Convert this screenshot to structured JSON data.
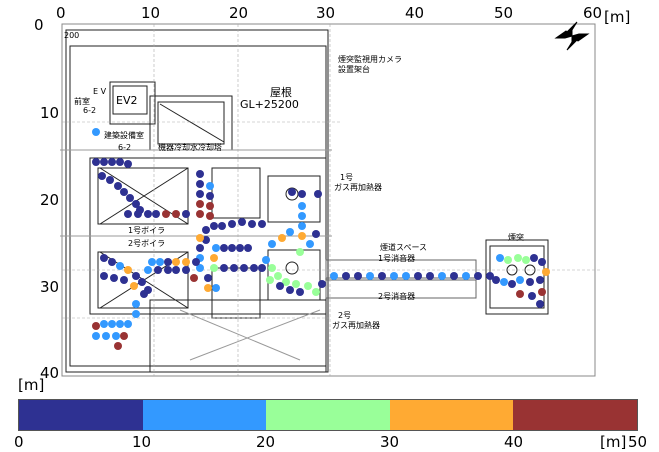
{
  "axes": {
    "x_ticks": [
      "0",
      "10",
      "20",
      "30",
      "40",
      "50",
      "60"
    ],
    "x_unit": "[m]",
    "y_ticks": [
      "0",
      "10",
      "20",
      "30",
      "40"
    ],
    "y_unit": "[m]"
  },
  "colorbar": {
    "unit_left": "[m]",
    "unit_right": "[m]",
    "ticks": [
      "0",
      "10",
      "20",
      "30",
      "40",
      "50"
    ],
    "colors": [
      "#2e3192",
      "#3399ff",
      "#99ff99",
      "#ffaa33",
      "#993333"
    ]
  },
  "floorplan_labels": {
    "roof": "屋根",
    "gl": "GL+25200",
    "ev": "E V",
    "ev2": "EV2",
    "front_room": "前室",
    "front_room_num": "6-2",
    "equipment_room": "建築設備室",
    "equipment_room_num": "6-2",
    "cooling_tower": "機器冷却水冷却塔",
    "camera_1": "煙突監視用カメラ",
    "camera_2": "設置架台",
    "boiler1": "1号ボイラ",
    "boiler2": "2号ボイラ",
    "heater1a": "1号",
    "heater1b": "ガス再加熱器",
    "heater2a": "2号",
    "heater2b": "ガス再加熱器",
    "flue_space": "煙道スペース",
    "silencer1": "1号消音器",
    "silencer2": "2号消音器",
    "chimney": "煙突",
    "corner": "200"
  }
}
